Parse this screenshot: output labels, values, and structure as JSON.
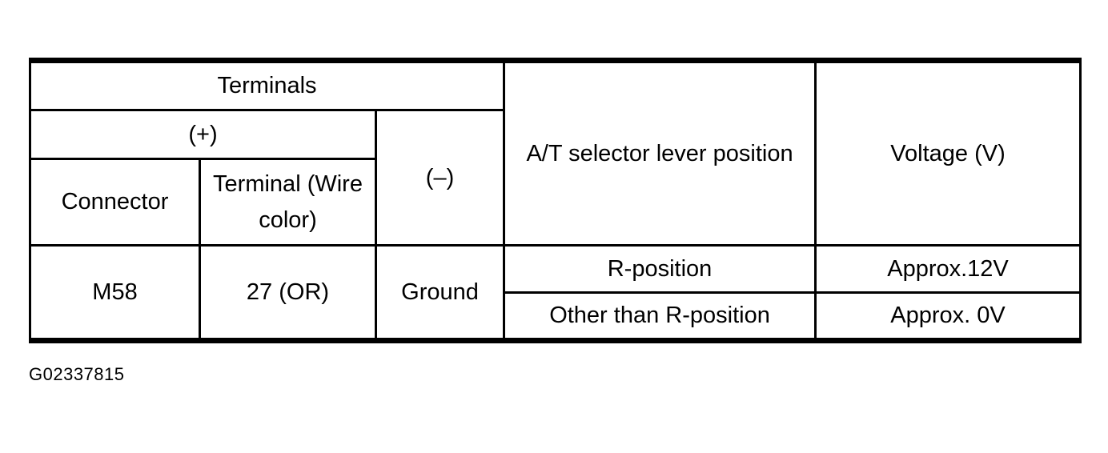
{
  "caption": "G02337815",
  "table": {
    "header": {
      "terminals": "Terminals",
      "plus": "(+)",
      "minus": "(–)",
      "connector": "Connector",
      "terminal_wire_color": "Terminal (Wire color)",
      "selector_position": "A/T selector lever position",
      "voltage": "Voltage (V)"
    },
    "body": {
      "connector_value": "M58",
      "terminal_value": "27 (OR)",
      "minus_value": "Ground",
      "conditions": [
        {
          "position": "R-position",
          "voltage": "Approx.12V"
        },
        {
          "position": "Other than R-position",
          "voltage": "Approx. 0V"
        }
      ]
    }
  },
  "colors": {
    "border": "#000000",
    "text": "#000000",
    "background": "#ffffff"
  }
}
